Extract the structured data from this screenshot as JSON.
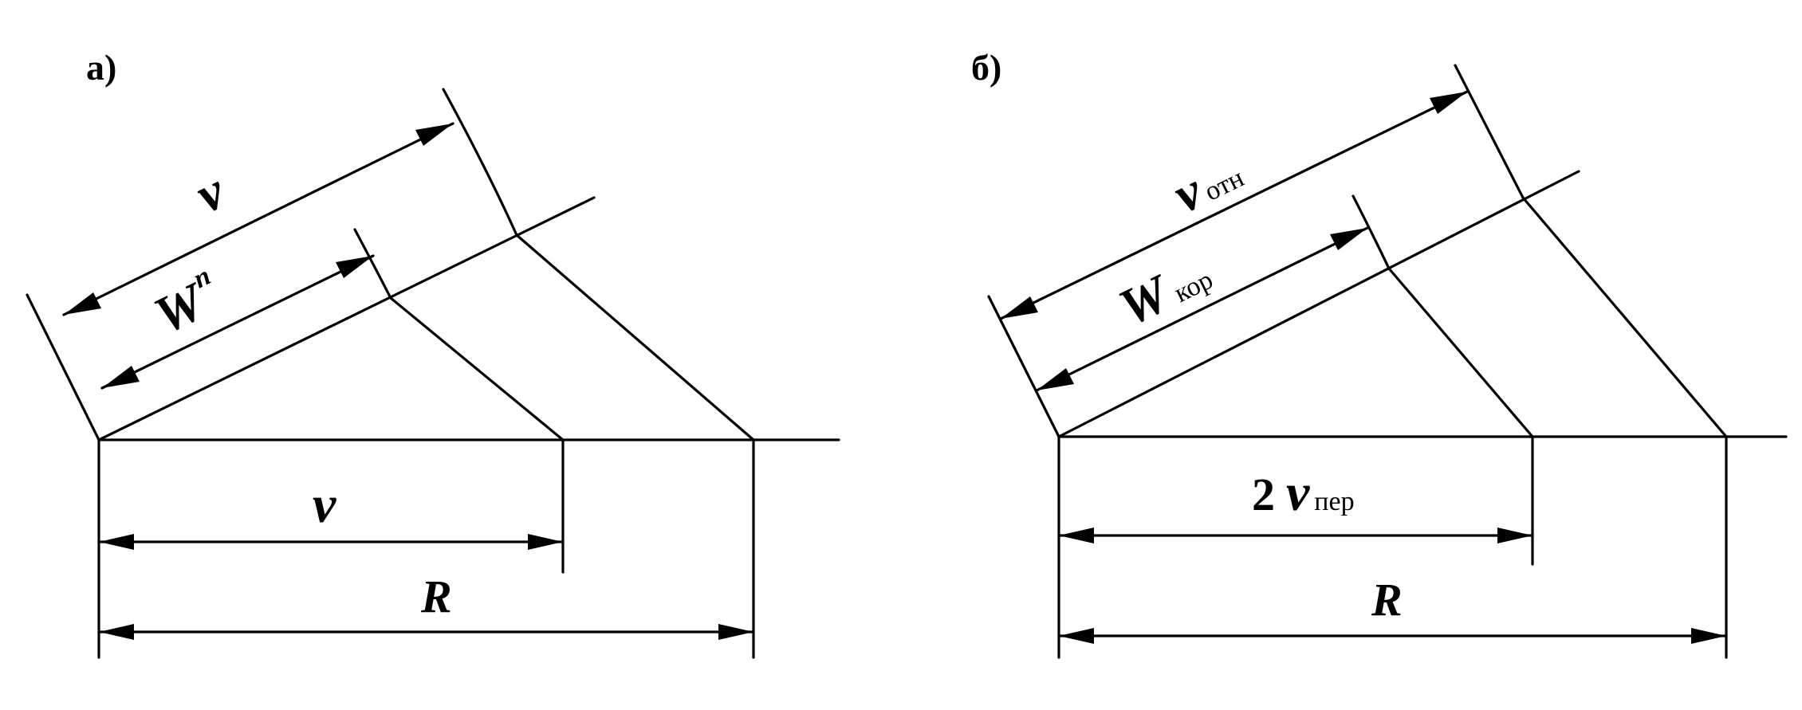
{
  "panels": [
    {
      "id": "a",
      "label": "а)",
      "top_dimensions": [
        {
          "symbol": "v",
          "sup": "",
          "sub": ""
        },
        {
          "symbol": "W",
          "sup": "n",
          "sub": ""
        }
      ],
      "bottom_dimensions": [
        {
          "prefix": "",
          "symbol": "v",
          "sub": ""
        },
        {
          "prefix": "",
          "symbol": "R",
          "sub": ""
        }
      ]
    },
    {
      "id": "b",
      "label": "б)",
      "top_dimensions": [
        {
          "symbol": "v",
          "sup": "",
          "sub": "отн"
        },
        {
          "symbol": "W",
          "sup": "",
          "sub": "кор"
        }
      ],
      "bottom_dimensions": [
        {
          "prefix": "2",
          "symbol": "v",
          "sub": "пер"
        },
        {
          "prefix": "",
          "symbol": "R",
          "sub": ""
        }
      ]
    }
  ]
}
